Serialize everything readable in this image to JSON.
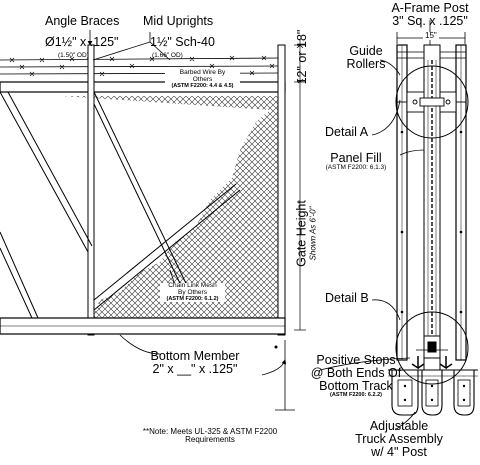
{
  "labels": {
    "angle_braces": {
      "title": "Angle Braces",
      "spec": "Ø1½\" x .125\"",
      "od": "(1.50\" OD)"
    },
    "mid_uprights": {
      "title": "Mid Uprights",
      "spec": "1½\" Sch-40",
      "od": "(1.66\" OD)"
    },
    "barbed_wire": {
      "line1": "Barbed Wire By",
      "line2": "Others",
      "ref": "(ASTM F2200: 4.4 & 4.5)"
    },
    "top_dim": {
      "line1": "12\"",
      "line2": "or 18\""
    },
    "gate_height": {
      "title": "Gate Height",
      "sub": "Shown As 6'-0\""
    },
    "chain_link": {
      "line1": "Chain Link Mesh",
      "line2": "By Others",
      "ref": "(ASTM F2200: 6.1.2)"
    },
    "bottom_member": {
      "line1": "Bottom Member",
      "line2": "2\" x __\" x .125\""
    },
    "note": {
      "line1": "**Note: Meets UL-325 & ASTM F2200",
      "line2": "Requirements"
    },
    "a_frame": {
      "line1": "A-Frame Post",
      "line2": "3\" Sq. x .125\""
    },
    "width_dim": "15\"",
    "guide_rollers": {
      "line1": "Guide",
      "line2": "Rollers"
    },
    "detail_a": "Detail A",
    "panel_fill": {
      "line1": "Panel Fill",
      "ref": "(ASTM F2200: 6.1.3)"
    },
    "detail_b": "Detail B",
    "positive_stops": {
      "line1": "Positive Stops",
      "line2": "@ Both Ends Of",
      "line3": "Bottom Track",
      "ref": "(ASTM F2200: 6.2.2)"
    },
    "truck_assembly": {
      "line1": "Adjustable",
      "line2": "Truck Assembly",
      "line3": "w/ 4\" Post"
    }
  }
}
